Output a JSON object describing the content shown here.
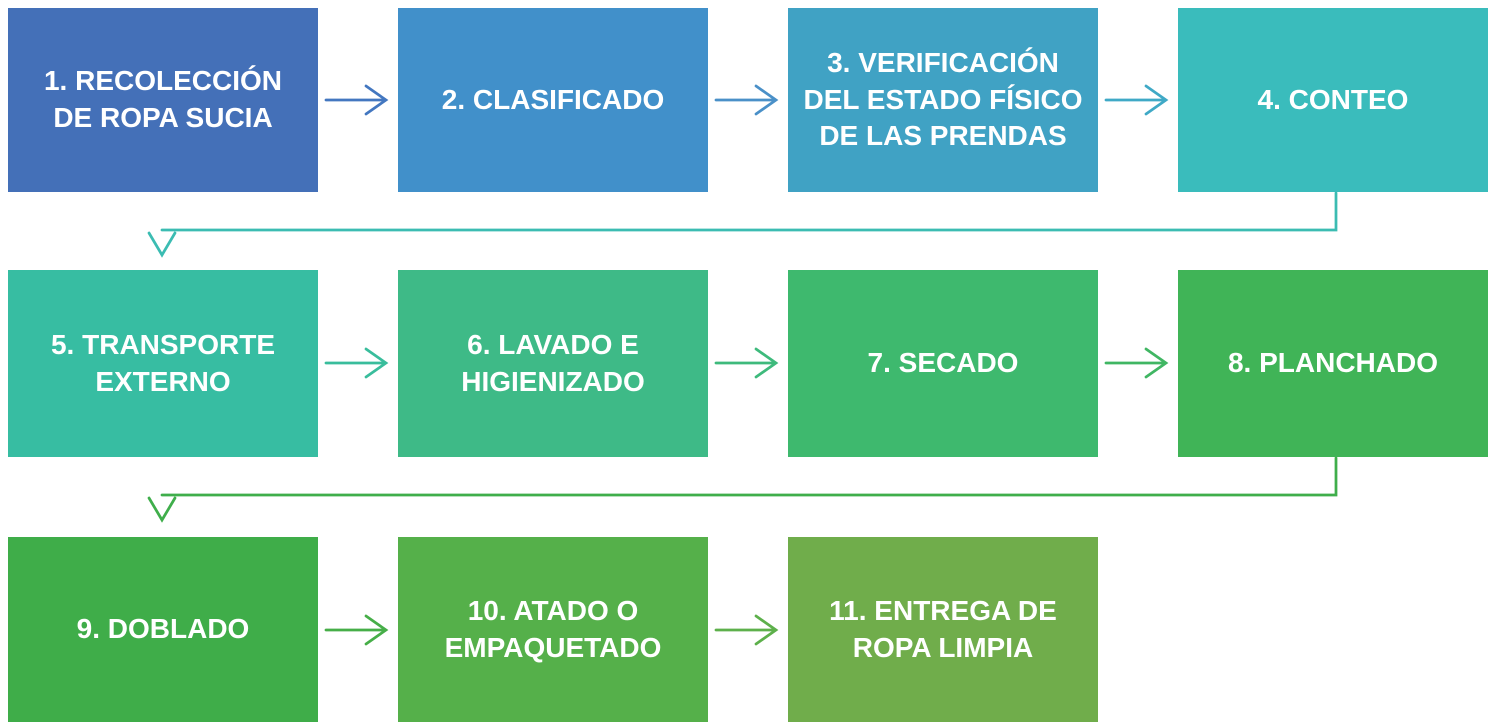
{
  "diagram": {
    "type": "flowchart",
    "description": "Laundry process flow, 11 sequential steps, left-to-right serpentine layout",
    "nodes": [
      {
        "id": 1,
        "label": "1. RECOLECCIÓN DE ROPA SUCIA",
        "color": "#4470b8"
      },
      {
        "id": 2,
        "label": "2. CLASIFICADO",
        "color": "#4190ca"
      },
      {
        "id": 3,
        "label": "3. VERIFICACIÓN DEL ESTADO FÍSICO DE LAS PRENDAS",
        "color": "#40a2c4"
      },
      {
        "id": 4,
        "label": "4. CONTEO",
        "color": "#3abcbc"
      },
      {
        "id": 5,
        "label": "5. TRANSPORTE EXTERNO",
        "color": "#37bda2"
      },
      {
        "id": 6,
        "label": "6. LAVADO E HIGIENIZADO",
        "color": "#3eba87"
      },
      {
        "id": 7,
        "label": "7. SECADO",
        "color": "#3eb96e"
      },
      {
        "id": 8,
        "label": "8. PLANCHADO",
        "color": "#40b457"
      },
      {
        "id": 9,
        "label": "9. DOBLADO",
        "color": "#3fad49"
      },
      {
        "id": 10,
        "label": "10. ATADO O EMPAQUETADO",
        "color": "#55b04a"
      },
      {
        "id": 11,
        "label": "11. ENTREGA DE ROPA LIMPIA",
        "color": "#70ad4b"
      }
    ],
    "arrows": [
      {
        "from": 1,
        "to": 2,
        "shape": "straight-right",
        "color": "#4377c0"
      },
      {
        "from": 2,
        "to": 3,
        "shape": "straight-right",
        "color": "#4a90c8"
      },
      {
        "from": 3,
        "to": 4,
        "shape": "straight-right",
        "color": "#3fa9c6"
      },
      {
        "from": 4,
        "to": 5,
        "shape": "wrap-down-left",
        "color": "#3bbcb2"
      },
      {
        "from": 5,
        "to": 6,
        "shape": "straight-right",
        "color": "#39bd9c"
      },
      {
        "from": 6,
        "to": 7,
        "shape": "straight-right",
        "color": "#3eba7c"
      },
      {
        "from": 7,
        "to": 8,
        "shape": "straight-right",
        "color": "#40b663"
      },
      {
        "from": 8,
        "to": 9,
        "shape": "wrap-down-left",
        "color": "#3fae4b"
      },
      {
        "from": 9,
        "to": 10,
        "shape": "straight-right",
        "color": "#46ae48"
      },
      {
        "from": 10,
        "to": 11,
        "shape": "straight-right",
        "color": "#5db04b"
      }
    ],
    "text_color": "#ffffff",
    "background_color": "#ffffff"
  }
}
